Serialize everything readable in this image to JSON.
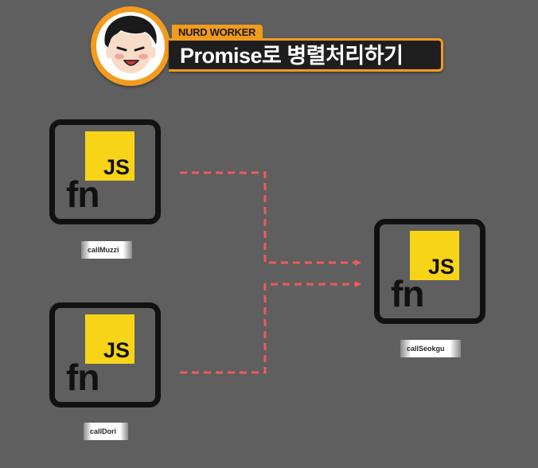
{
  "header": {
    "tag": "NURD WORKER",
    "title": "Promise로 병렬처리하기"
  },
  "nodes": [
    {
      "id": "callMuzzi",
      "js": "JS",
      "fn": "fn",
      "label": "callMuzzi"
    },
    {
      "id": "callDori",
      "js": "JS",
      "fn": "fn",
      "label": "callDori"
    },
    {
      "id": "callSeokgu",
      "js": "JS",
      "fn": "fn",
      "label": "callSeokgu"
    }
  ],
  "edges": [
    {
      "from": "callMuzzi",
      "to": "callSeokgu",
      "style": "dashed"
    },
    {
      "from": "callDori",
      "to": "callSeokgu",
      "style": "dashed"
    }
  ],
  "colors": {
    "background": "#5e5f5e",
    "accent": "#f39b1d",
    "js_yellow": "#f7d417",
    "arrow": "#f05a5a",
    "node_border": "#111111"
  },
  "icons": {
    "avatar": "cartoon-face-icon",
    "js": "javascript-logo-icon"
  }
}
